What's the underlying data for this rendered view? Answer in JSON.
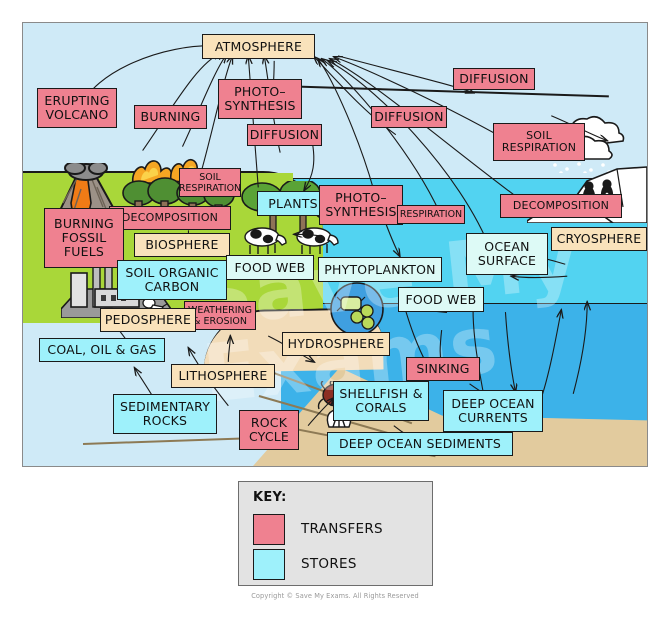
{
  "diagram": {
    "title": "Carbon cycle diagram",
    "colors": {
      "transfer": "#ef8190",
      "store": "#9ef1fb",
      "sphere": "#f9e2bb",
      "pale_store": "#ddfaf6",
      "sky": "#cfeaf7",
      "land": "#a9d739",
      "ocean_upper": "#52d3f1",
      "ocean_lower": "#3cb2e9",
      "sand": "#e2cb9e",
      "key_background": "#e3e3e3"
    },
    "watermark": "Save My Exams",
    "labels": [
      {
        "id": "atmosphere",
        "text": "ATMOSPHERE",
        "type": "sphere"
      },
      {
        "id": "erupting-volcano",
        "text": "ERUPTING\nVOLCANO",
        "type": "transfer"
      },
      {
        "id": "burning",
        "text": "BURNING",
        "type": "transfer"
      },
      {
        "id": "photosynthesis-land",
        "text": "PHOTO–\nSYNTHESIS",
        "type": "transfer"
      },
      {
        "id": "diffusion-mid",
        "text": "DIFFUSION",
        "type": "transfer"
      },
      {
        "id": "diffusion-left",
        "text": "DIFFUSION",
        "type": "transfer"
      },
      {
        "id": "diffusion-right",
        "text": "DIFFUSION",
        "type": "transfer"
      },
      {
        "id": "soil-respiration-left",
        "text": "SOIL\nRESPIRATION",
        "type": "transfer"
      },
      {
        "id": "soil-respiration-right",
        "text": "SOIL\nRESPIRATION",
        "type": "transfer"
      },
      {
        "id": "decomposition-land",
        "text": "DECOMPOSITION",
        "type": "transfer"
      },
      {
        "id": "decomposition-ocean",
        "text": "DECOMPOSITION",
        "type": "transfer"
      },
      {
        "id": "burning-fossil-fuels",
        "text": "BURNING\nFOSSIL\nFUELS",
        "type": "transfer"
      },
      {
        "id": "plants",
        "text": "PLANTS",
        "type": "store"
      },
      {
        "id": "biosphere",
        "text": "BIOSPHERE",
        "type": "sphere"
      },
      {
        "id": "soil-organic-carbon",
        "text": "SOIL ORGANIC\nCARBON",
        "type": "store"
      },
      {
        "id": "food-web-land",
        "text": "FOOD WEB",
        "type": "pale"
      },
      {
        "id": "photosynthesis-ocean",
        "text": "PHOTO–\nSYNTHESIS",
        "type": "transfer"
      },
      {
        "id": "respiration",
        "text": "RESPIRATION",
        "type": "transfer"
      },
      {
        "id": "phytoplankton",
        "text": "PHYTOPLANKTON",
        "type": "pale"
      },
      {
        "id": "ocean-surface",
        "text": "OCEAN\nSURFACE",
        "type": "pale"
      },
      {
        "id": "cryosphere",
        "text": "CRYOSPHERE",
        "type": "sphere"
      },
      {
        "id": "food-web-ocean",
        "text": "FOOD WEB",
        "type": "pale"
      },
      {
        "id": "weathering-erosion",
        "text": "WEATHERING\n& EROSION",
        "type": "transfer"
      },
      {
        "id": "pedosphere",
        "text": "PEDOSPHERE",
        "type": "sphere"
      },
      {
        "id": "hydrosphere",
        "text": "HYDROSPHERE",
        "type": "sphere"
      },
      {
        "id": "coal-oil-gas",
        "text": "COAL, OIL & GAS",
        "type": "store"
      },
      {
        "id": "lithosphere",
        "text": "LITHOSPHERE",
        "type": "sphere"
      },
      {
        "id": "sinking",
        "text": "SINKING",
        "type": "transfer"
      },
      {
        "id": "shellfish-corals",
        "text": "SHELLFISH &\nCORALS",
        "type": "store"
      },
      {
        "id": "deep-ocean-currents",
        "text": "DEEP OCEAN\nCURRENTS",
        "type": "store"
      },
      {
        "id": "sedimentary-rocks",
        "text": "SEDIMENTARY\nROCKS",
        "type": "store"
      },
      {
        "id": "rock-cycle",
        "text": "ROCK\nCYCLE",
        "type": "transfer"
      },
      {
        "id": "deep-ocean-sediments",
        "text": "DEEP OCEAN SEDIMENTS",
        "type": "store"
      }
    ]
  },
  "key": {
    "title": "KEY:",
    "entries": [
      {
        "label": "TRANSFERS",
        "color": "#ef8190"
      },
      {
        "label": "STORES",
        "color": "#9ef1fb"
      }
    ]
  },
  "copyright": "Copyright © Save My Exams. All Rights Reserved"
}
